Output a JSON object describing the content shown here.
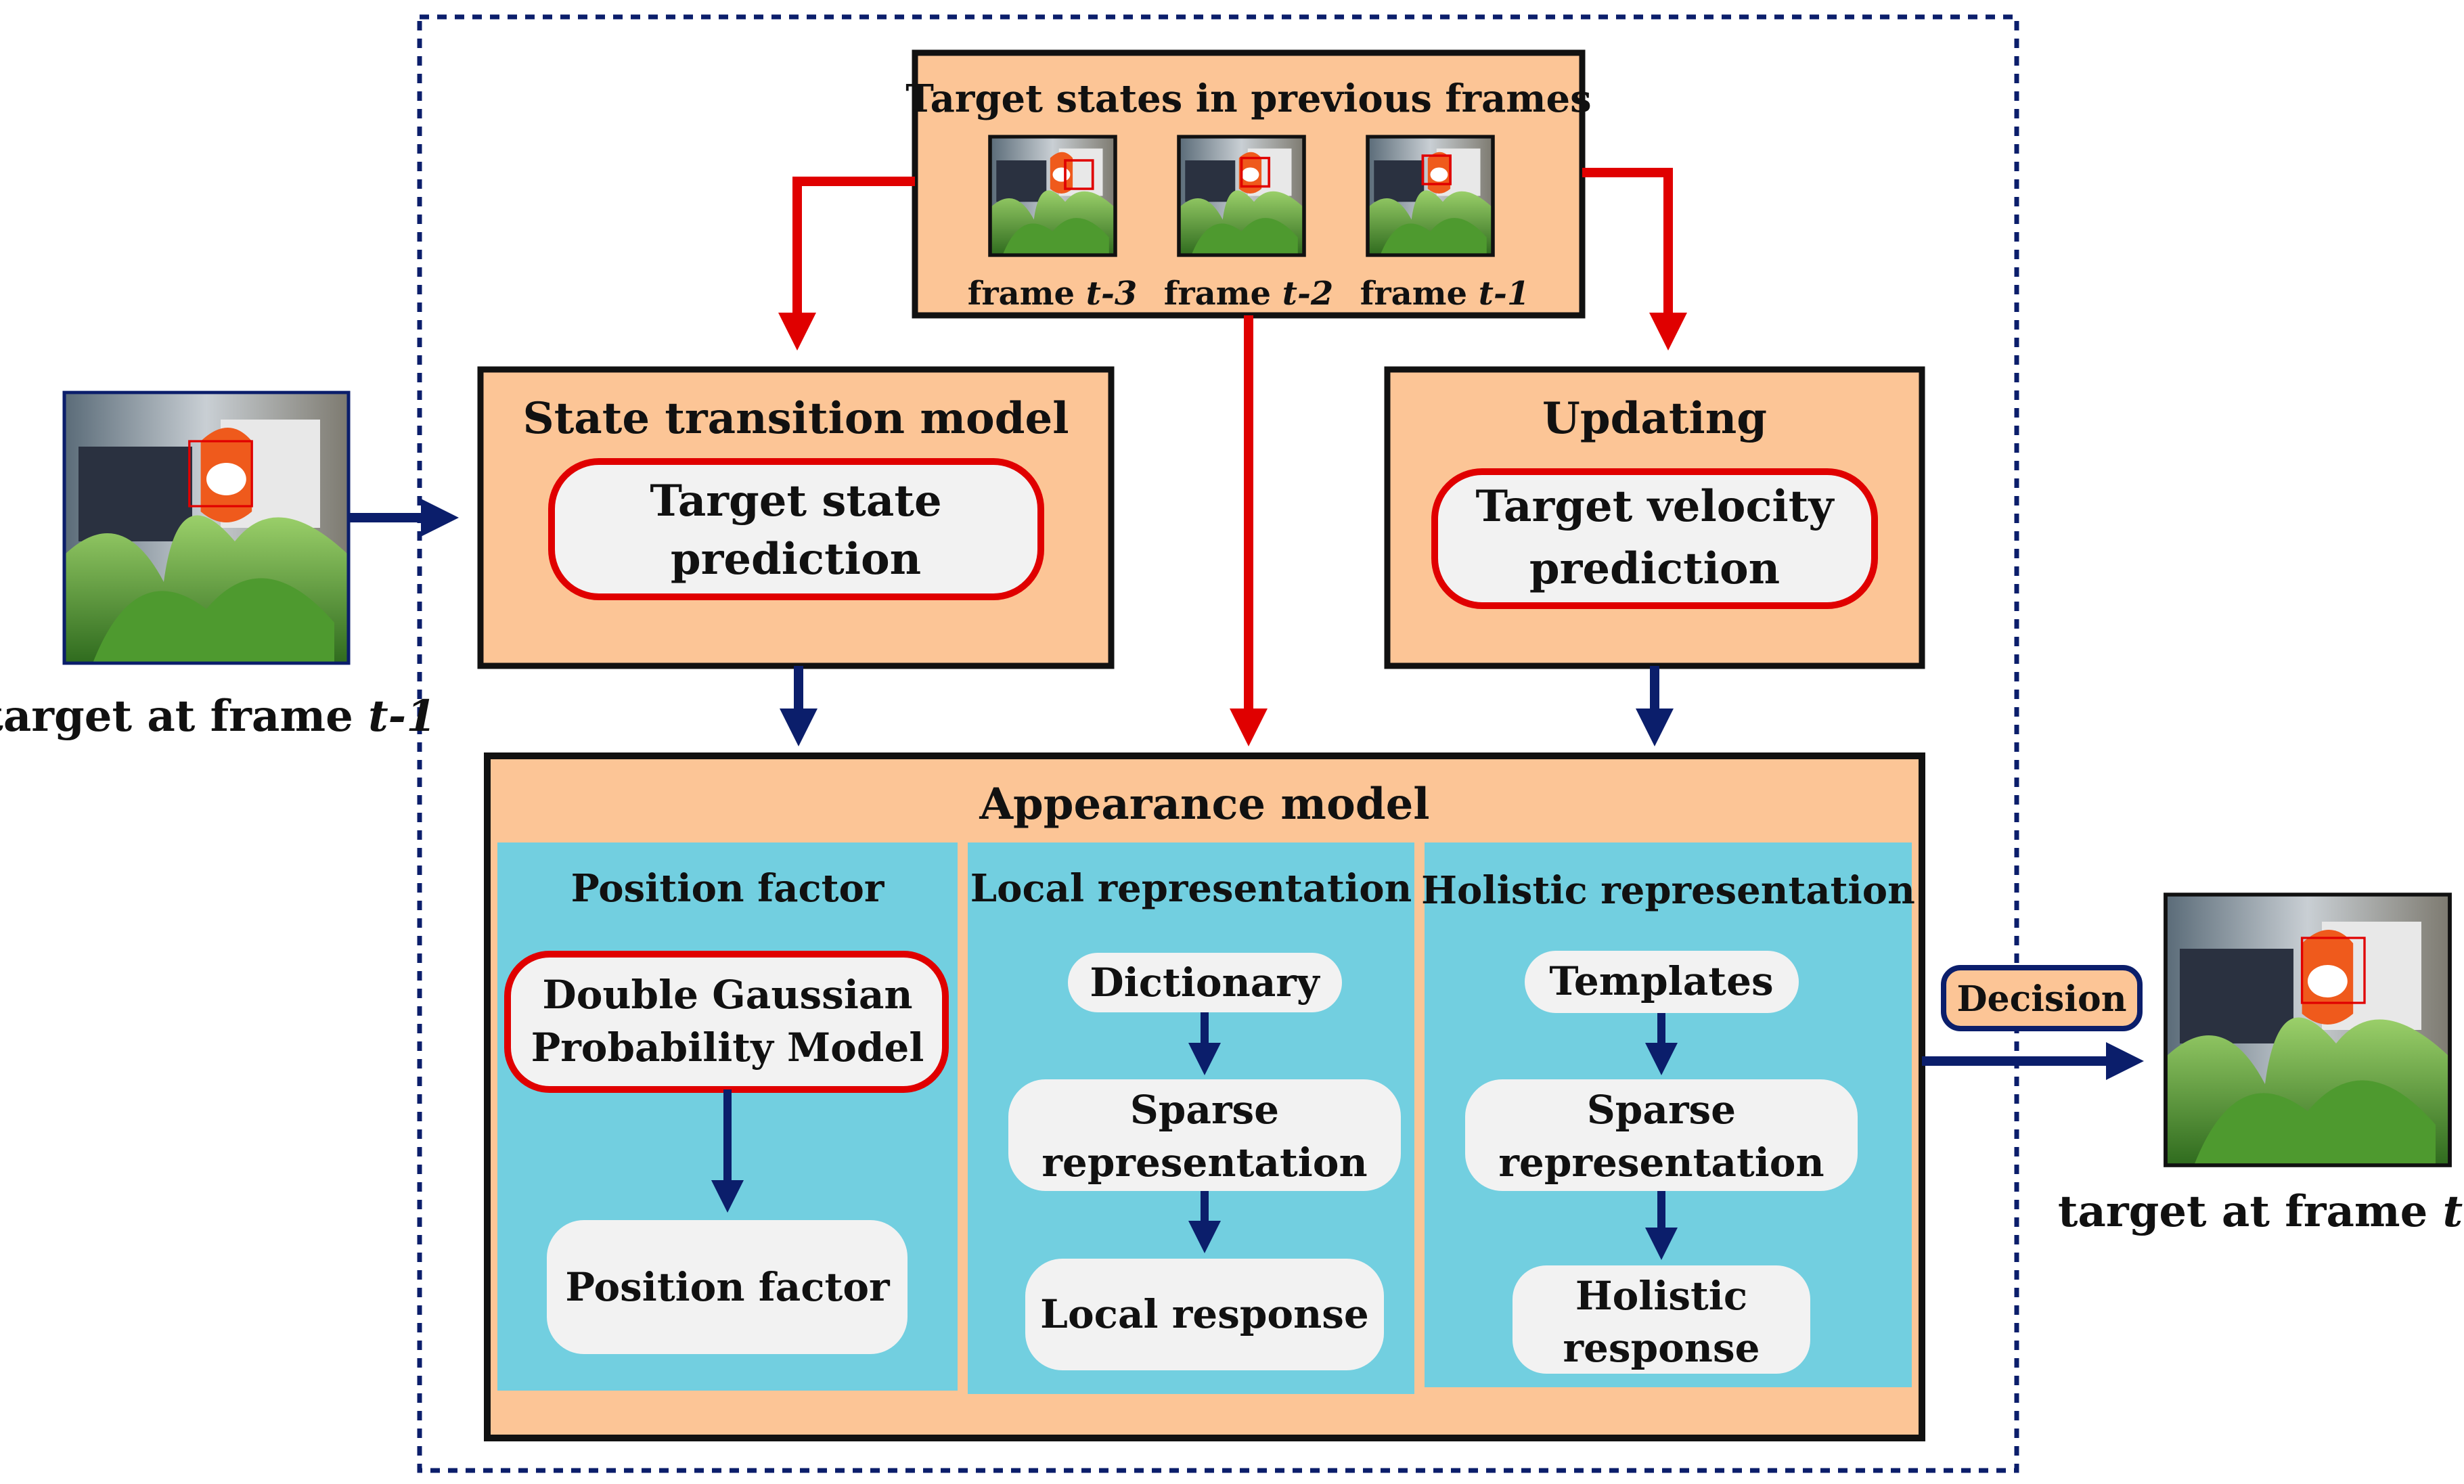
{
  "colors": {
    "orange_fill": "#fcc596",
    "cyan_fill": "#72cfe0",
    "pill_fill": "#f2f2f2",
    "red": "#e00000",
    "navy": "#0b1e6b",
    "frame_border": "#111111",
    "dotted_border": "#0b1e6b"
  },
  "previous_frames": {
    "title": "Target states in previous frames",
    "frames": [
      {
        "prefix": "frame ",
        "index": "t-3"
      },
      {
        "prefix": "frame ",
        "index": "t-2"
      },
      {
        "prefix": "frame ",
        "index": "t-1"
      }
    ]
  },
  "state_transition": {
    "title": "State transition model",
    "pill": {
      "line1": "Target state",
      "line2": "prediction"
    }
  },
  "updating": {
    "title": "Updating",
    "pill": {
      "line1": "Target velocity",
      "line2": "prediction"
    }
  },
  "appearance": {
    "title": "Appearance model",
    "position": {
      "title": "Position factor",
      "model": {
        "line1": "Double Gaussian",
        "line2": "Probability Model"
      },
      "output": "Position factor"
    },
    "local": {
      "title": "Local representation",
      "dictionary": "Dictionary",
      "sparse": {
        "line1": "Sparse",
        "line2": "representation"
      },
      "output": "Local response"
    },
    "holistic": {
      "title": "Holistic representation",
      "templates": "Templates",
      "sparse": {
        "line1": "Sparse",
        "line2": "representation"
      },
      "output": {
        "line1": "Holistic",
        "line2": "response"
      }
    }
  },
  "input_frame": {
    "prefix": "target at frame ",
    "index": "t-1"
  },
  "output_frame": {
    "prefix": "target at frame ",
    "index": "t"
  },
  "decision": "Decision"
}
